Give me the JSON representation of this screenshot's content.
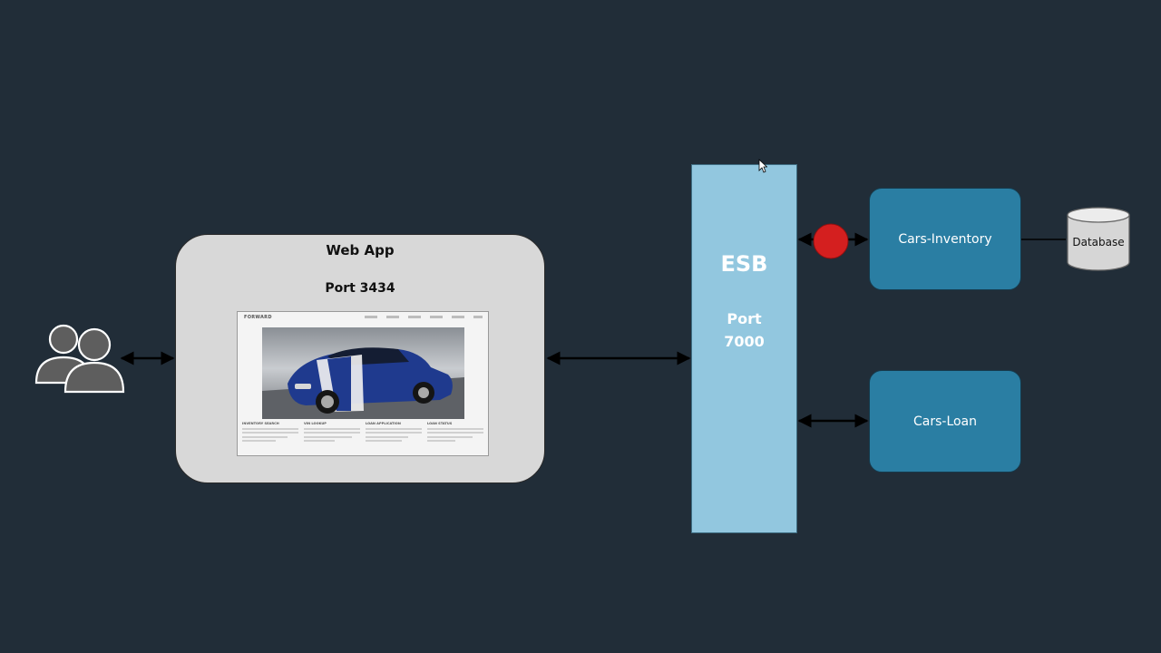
{
  "diagram": {
    "webapp": {
      "title": "Web App",
      "port": "Port 3434"
    },
    "webapp_screenshot": {
      "logo": "FORWARD",
      "columns": [
        "INVENTORY SEARCH",
        "VIN LOOKUP",
        "LOAN APPLICATION",
        "LOAN STATUS"
      ]
    },
    "esb": {
      "title": "ESB",
      "port_line1": "Port",
      "port_line2": "7000"
    },
    "services": [
      {
        "id": "inventory",
        "label": "Cars-Inventory"
      },
      {
        "id": "loan",
        "label": "Cars-Loan"
      }
    ],
    "database": {
      "label": "Database"
    }
  },
  "icons": [
    "users-icon",
    "database-icon",
    "error-indicator-icon",
    "cursor-icon",
    "car-image"
  ],
  "colors": {
    "background": "#212d38",
    "webapp_fill": "#d8d8d8",
    "esb_fill": "#92c7df",
    "service_fill": "#2a7ea3",
    "database_fill": "#d6d6d6",
    "error_dot": "#d41f1f",
    "connector": "#000000"
  }
}
